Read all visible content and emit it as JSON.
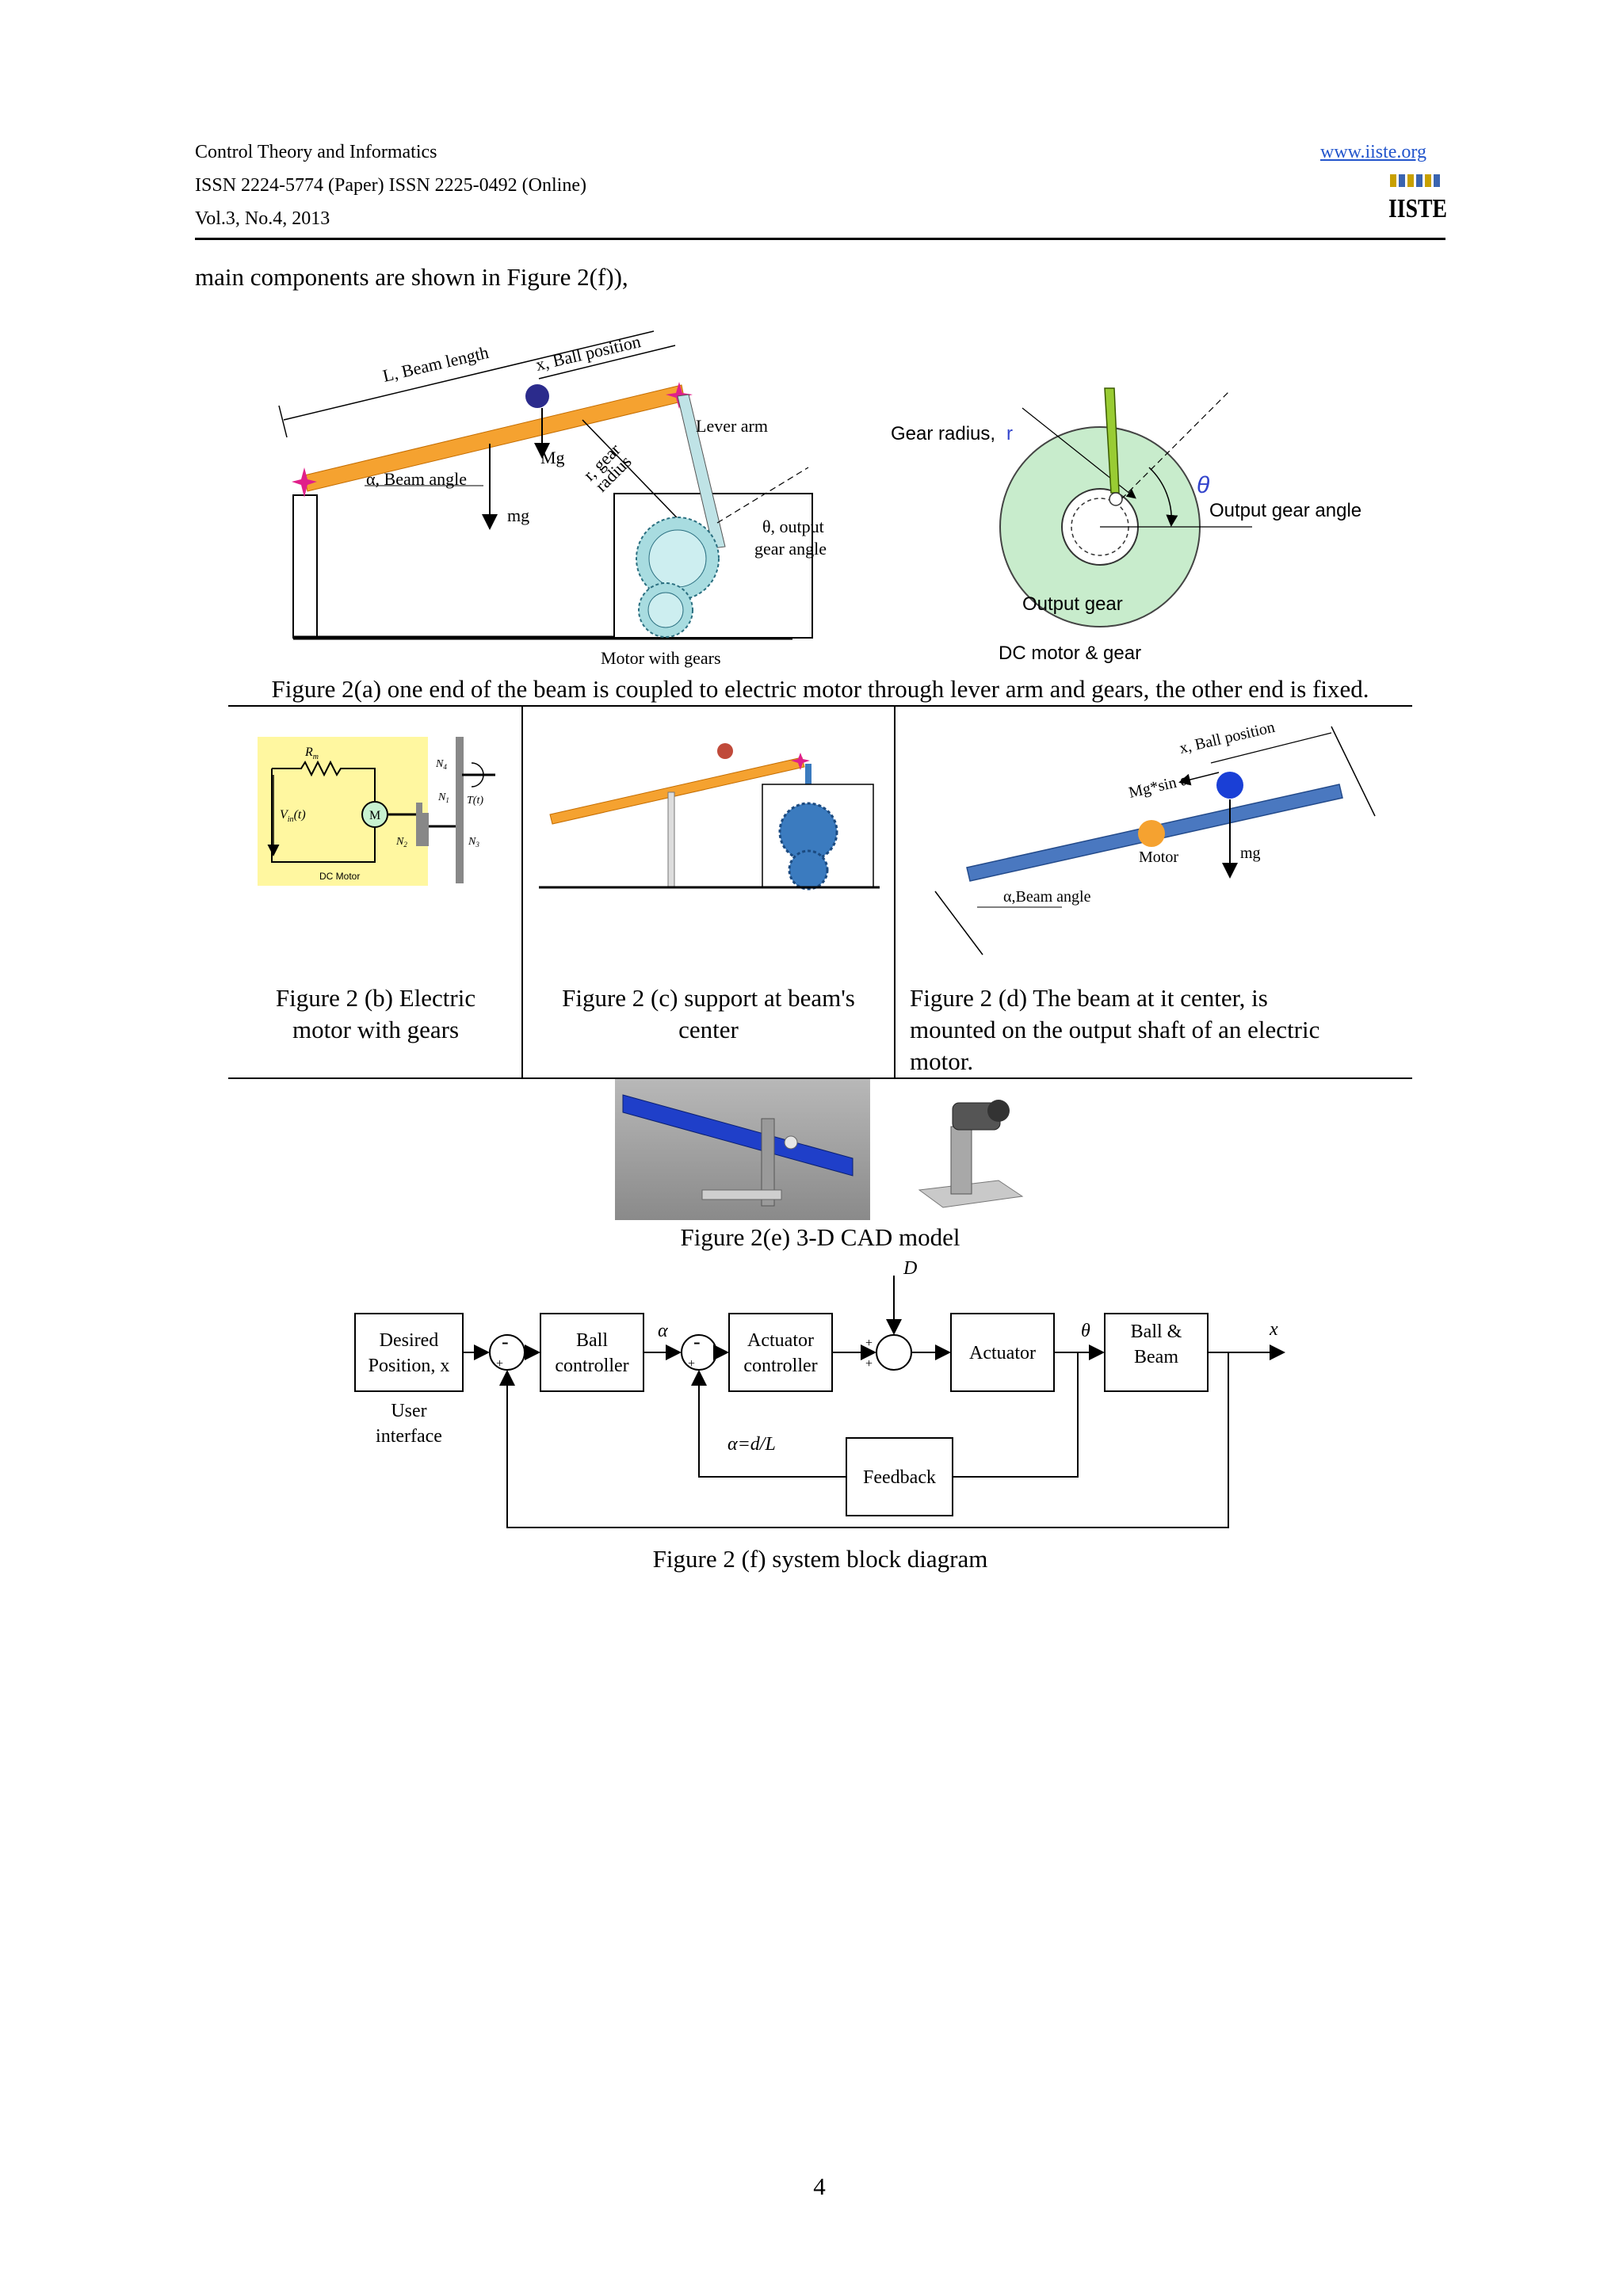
{
  "header": {
    "journal": "Control Theory and Informatics",
    "issn": "ISSN 2224-5774 (Paper) ISSN 2225-0492 (Online)",
    "volume": "Vol.3, No.4, 2013",
    "url": "www.iiste.org",
    "logo_text": "IISTE"
  },
  "intro_text": "main components are shown in Figure 2(f)),",
  "fig_a": {
    "labels": {
      "beam_length": "L,     Beam length",
      "ball_position": "x, Ball position",
      "lever_arm": "Lever arm",
      "mg_upper": "Mg",
      "gear_radius_1": "r, gear",
      "gear_radius_2": "radius",
      "beam_angle": "α, Beam angle",
      "mg_lower": "mg",
      "output_angle_1": "θ, output",
      "output_angle_2": "gear angle",
      "motor_with_gears": "Motor with gears",
      "gear_radius_right": "Gear radius,",
      "r_symbol": "r",
      "theta": "θ",
      "output_gear_angle": "Output gear angle",
      "output_gear": "Output gear",
      "dc_motor_gear": "DC motor & gear"
    },
    "caption": "Figure 2(a) one end of the beam is coupled to electric motor through lever arm and gears, the other end is fixed."
  },
  "fig_b": {
    "labels": {
      "rm": "R",
      "rm_sub": "m",
      "vin": "V",
      "vin_sub": "in",
      "vin_t": "(t)",
      "motor": "M",
      "n1": "N",
      "n1_sub": "1",
      "n2": "N",
      "n2_sub": "2",
      "n3": "N",
      "n3_sub": "3",
      "n4": "N",
      "n4_sub": "4",
      "torque": "T(t)",
      "dc_motor": "DC Motor"
    },
    "caption_1": "Figure 2 (b) Electric",
    "caption_2": "motor with gears"
  },
  "fig_c": {
    "caption_1": "Figure 2 (c) support at beam's",
    "caption_2": "center"
  },
  "fig_d": {
    "labels": {
      "ball_position": "x, Ball position",
      "mg_sin": "Mg*sin α",
      "motor": "Motor",
      "mg": "mg",
      "beam_angle": "α,Beam angle"
    },
    "caption_1": "Figure 2 (d) The beam at it center, is",
    "caption_2": "mounted on the output shaft of an electric",
    "caption_3": "motor."
  },
  "fig_e": {
    "caption": "Figure 2(e)  3-D CAD model"
  },
  "fig_f": {
    "blocks": {
      "desired_1": "Desired",
      "desired_2": "Position, x",
      "ball_ctrl_1": "Ball",
      "ball_ctrl_2": "controller",
      "act_ctrl_1": "Actuator",
      "act_ctrl_2": "controller",
      "actuator": "Actuator",
      "ball_beam_1": "Ball &",
      "ball_beam_2": "Beam",
      "feedback": "Feedback",
      "user_1": "User",
      "user_2": "interface"
    },
    "signals": {
      "alpha": "α",
      "theta": "θ",
      "x_out": "x",
      "disturbance": "D",
      "alpha_eq": "α=d/L",
      "minus": "-",
      "plus": "+"
    },
    "caption": "Figure 2 (f) system block diagram"
  },
  "page_number": "4"
}
